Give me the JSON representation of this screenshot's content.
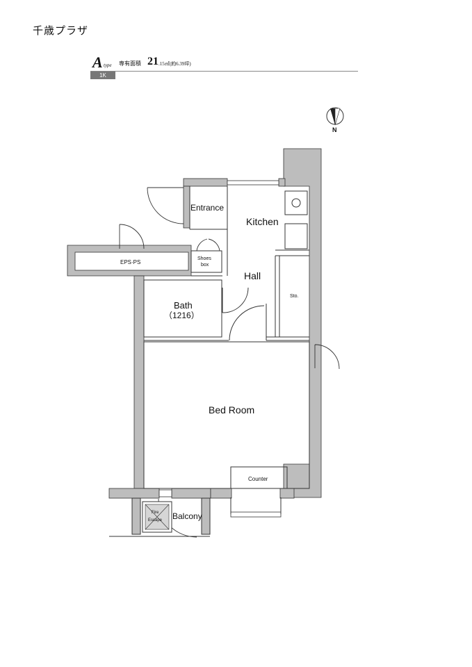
{
  "building_name": "千歳プラザ",
  "unit": {
    "type_letter": "A",
    "type_suffix": "type",
    "area_label": "専有面積",
    "area_value": "21",
    "area_unit": ".15㎡(約6.39坪)",
    "layout_badge": "1K"
  },
  "compass": {
    "direction": "N"
  },
  "rooms": {
    "entrance": "Entrance",
    "kitchen": "Kitchen",
    "eps": "EPS·PS",
    "shoes_line1": "Shoes",
    "shoes_line2": "box",
    "hall": "Hall",
    "storage": "Sto.",
    "bath": "Bath",
    "bath_size": "（1216）",
    "bedroom": "Bed Room",
    "counter": "Counter",
    "fire_line1": "Fire",
    "fire_line2": "Escape",
    "balcony": "Balcony"
  },
  "colors": {
    "wall": "#bdbdbd",
    "line": "#333333",
    "badge": "#777777"
  }
}
